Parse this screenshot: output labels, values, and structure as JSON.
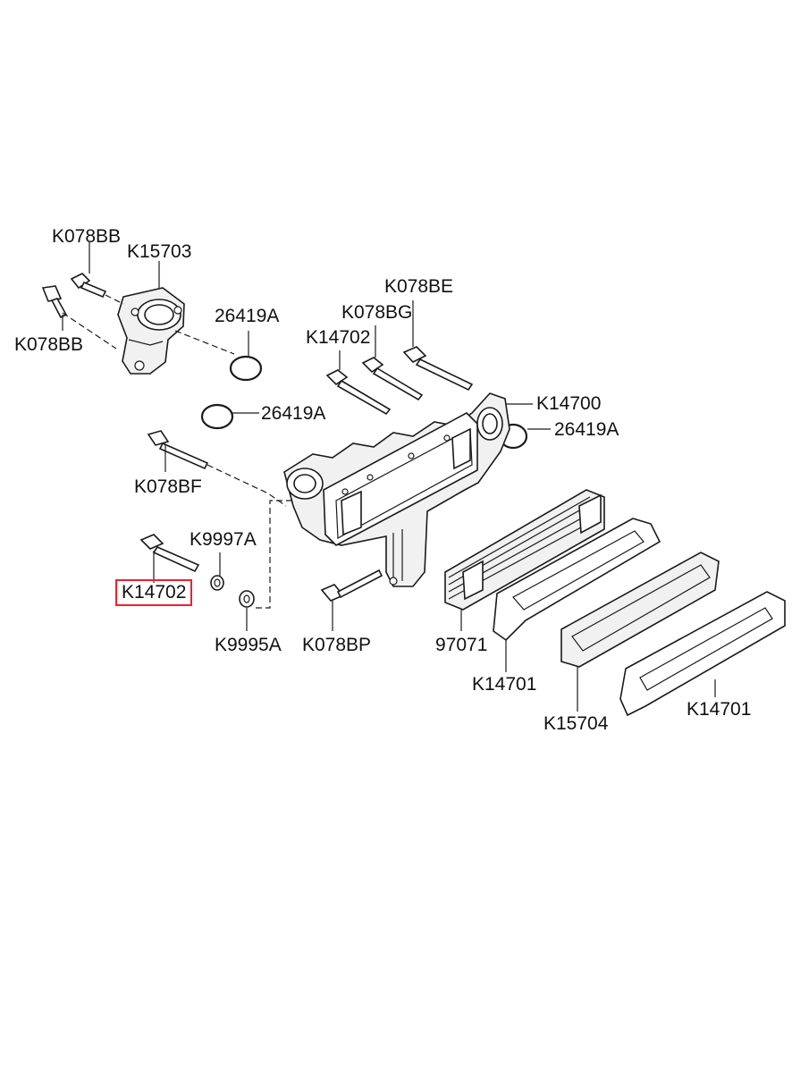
{
  "diagram": {
    "highlight_color": "#e8252f",
    "labels": {
      "k078bb_top": "K078BB",
      "k15703": "K15703",
      "k078bb_left": "K078BB",
      "o_ring_upper": "26419A",
      "k078be": "K078BE",
      "k078bg": "K078BG",
      "k14702_top": "K14702",
      "k14700": "K14700",
      "o_ring_middle": "26419A",
      "o_ring_right": "26419A",
      "k078bf": "K078BF",
      "k9997a": "K9997A",
      "k14702_selected": "K14702",
      "k9995a": "K9995A",
      "k078bp": "K078BP",
      "core_97071": "97071",
      "k14701_left": "K14701",
      "k15704": "K15704",
      "k14701_right": "K14701"
    }
  }
}
